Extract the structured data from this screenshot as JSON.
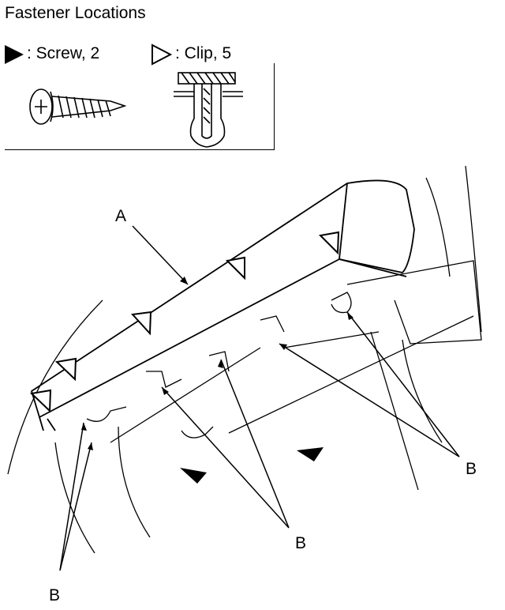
{
  "title": "Fastener Locations",
  "legend": {
    "screw": {
      "text": ": Screw, 2",
      "icon": "filled-triangle-icon"
    },
    "clip": {
      "text": ": Clip, 5",
      "icon": "outline-triangle-icon"
    }
  },
  "callouts": {
    "a": "A",
    "b1": "B",
    "b2": "B",
    "b3": "B"
  },
  "colors": {
    "line": "#000000",
    "background": "#ffffff"
  }
}
